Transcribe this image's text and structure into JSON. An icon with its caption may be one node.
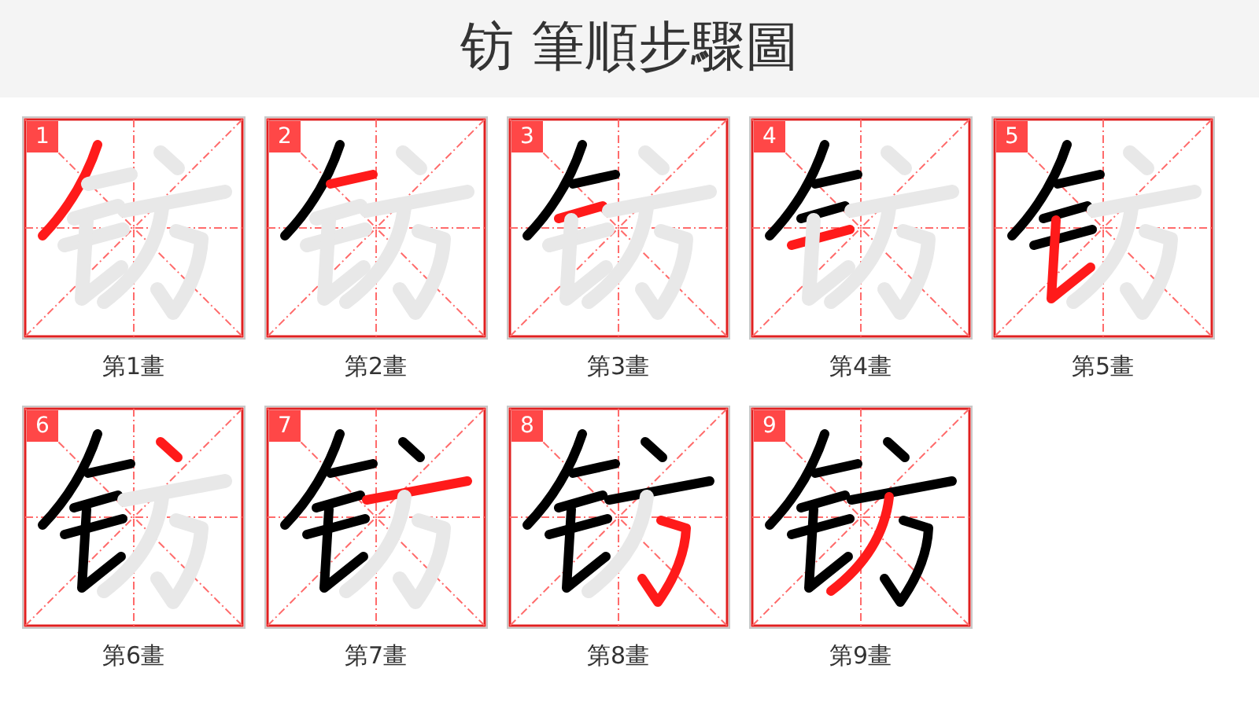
{
  "diagram": {
    "title": "钫 筆順步驟圖",
    "nodes": [
      {
        "text": [
          "1"
        ],
        "beside": [
          "第1畫"
        ]
      },
      {
        "text": [
          "2"
        ],
        "beside": [
          "第2畫"
        ]
      },
      {
        "text": [
          "3"
        ],
        "beside": [
          "第3畫"
        ]
      },
      {
        "text": [
          "4"
        ],
        "beside": [
          "第4畫"
        ]
      },
      {
        "text": [
          "5"
        ],
        "beside": [
          "第5畫"
        ]
      },
      {
        "text": [
          "6"
        ],
        "beside": [
          "第6畫"
        ]
      },
      {
        "text": [
          "7"
        ],
        "beside": [
          "第7畫"
        ]
      },
      {
        "text": [
          "8"
        ],
        "beside": [
          "第8畫"
        ]
      },
      {
        "text": [
          "9"
        ],
        "beside": [
          "第9畫"
        ]
      }
    ]
  }
}
